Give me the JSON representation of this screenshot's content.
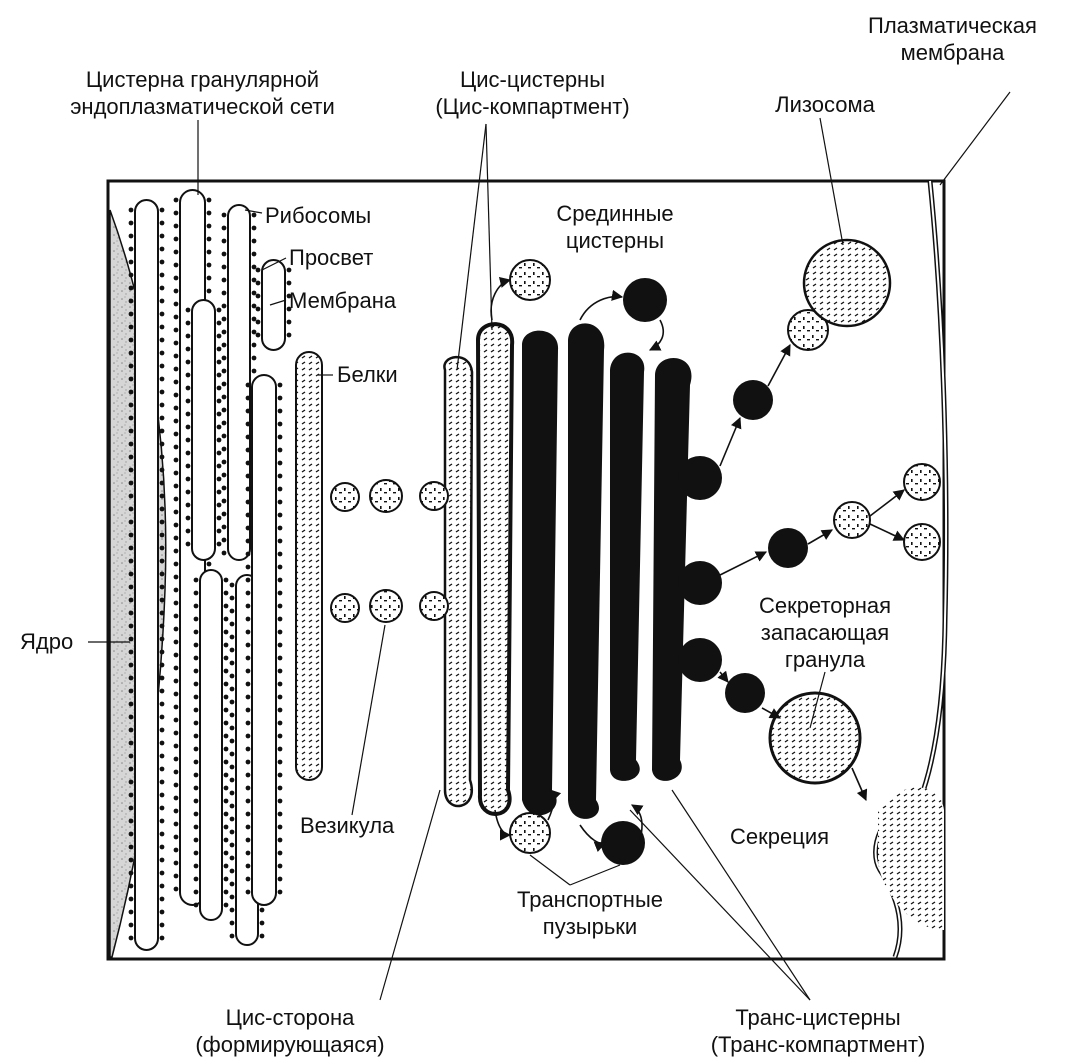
{
  "labels": {
    "er_cistern": [
      "Цистерна гранулярной",
      "эндоплазматической сети"
    ],
    "cis_cisterns": [
      "Цис-цистерны",
      "(Цис-компартмент)"
    ],
    "plasma_membrane": [
      "Плазматическая",
      "мембрана"
    ],
    "lysosome": "Лизосома",
    "medial_cisterns": [
      "Срединные",
      "цистерны"
    ],
    "ribosomes": "Рибосомы",
    "lumen": "Просвет",
    "membrane": "Мембрана",
    "proteins": "Белки",
    "nucleus": "Ядро",
    "secretory_granule": [
      "Секреторная",
      "запасающая",
      "гранула"
    ],
    "vesicle": "Везикула",
    "secretion": "Секреция",
    "transport_vesicles": [
      "Транспортные",
      "пузырьки"
    ],
    "cis_face": [
      "Цис-сторона",
      "(формирующаяся)"
    ],
    "trans_cisterns": [
      "Транс-цистерны",
      "(Транс-компартмент)"
    ]
  },
  "colors": {
    "ink": "#111111",
    "paper": "#ffffff",
    "nucleus_fill": "#d6d6d6"
  }
}
